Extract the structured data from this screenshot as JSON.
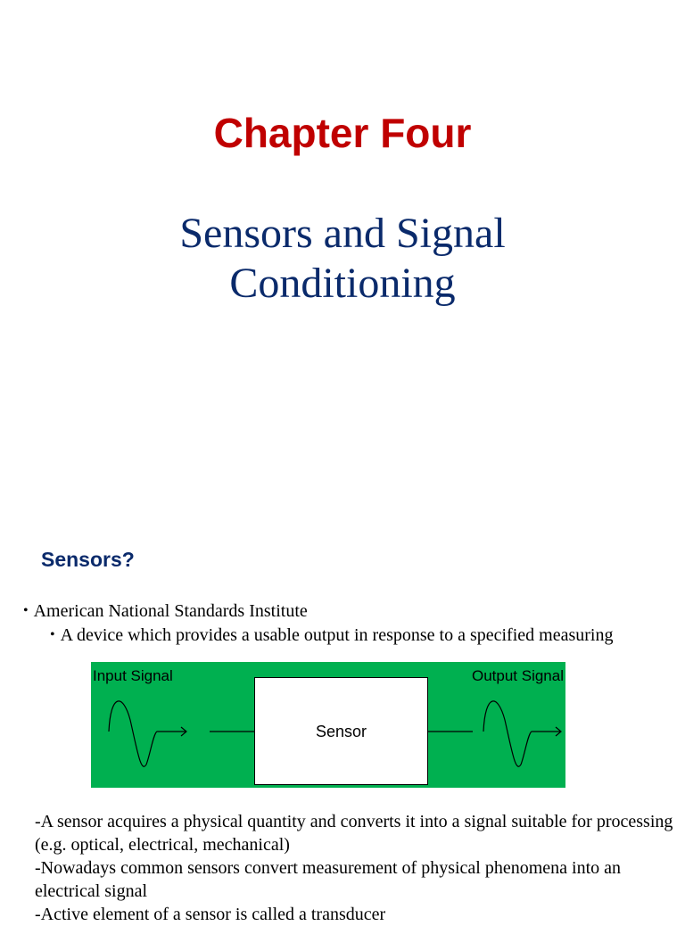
{
  "slide1": {
    "title": "Chapter Four",
    "subtitle_line1": "Sensors and  Signal",
    "subtitle_line2": "Conditioning"
  },
  "slide2": {
    "heading": "Sensors?",
    "bullet1": "American National Standards Institute",
    "bullet2": "A device which provides a usable output in response to a specified measuring",
    "bullet_symbol": "•",
    "diagram": {
      "input_label": "Input Signal",
      "output_label": "Output Signal",
      "box_label": "Sensor",
      "background_color": "#00b050"
    },
    "paragraphs": [
      "-A sensor acquires a physical quantity and converts it into a signal suitable for processing (e.g. optical, electrical, mechanical)",
      "-Nowadays common sensors convert measurement of physical phenomena into an electrical signal",
      "-Active element of a sensor is called a transducer"
    ]
  },
  "colors": {
    "title_red": "#c00000",
    "navy": "#0a2a6b"
  }
}
